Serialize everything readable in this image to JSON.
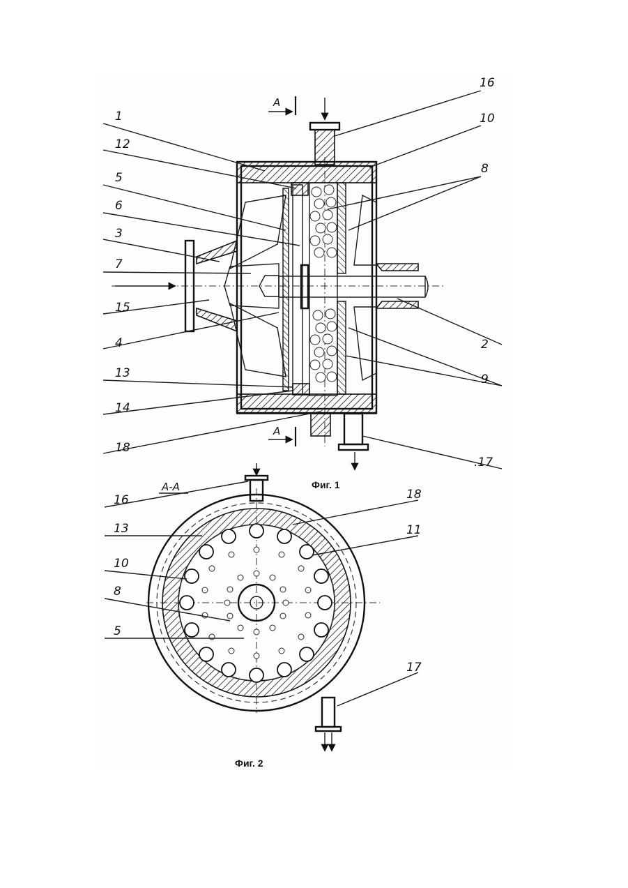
{
  "figure1": {
    "caption": "Фиг. 1",
    "section_marks": [
      "А",
      "А"
    ],
    "callouts": [
      "16",
      "10",
      "1",
      "12",
      "8",
      "5",
      "6",
      "3",
      "7",
      "15",
      "4",
      "2",
      "13",
      "9",
      "14",
      "18",
      ".17"
    ]
  },
  "figure2": {
    "caption": "Фиг. 2",
    "section_label": "А-А",
    "callouts": [
      "16",
      "18",
      "13",
      "11",
      "10",
      "8",
      "5",
      "17"
    ]
  }
}
